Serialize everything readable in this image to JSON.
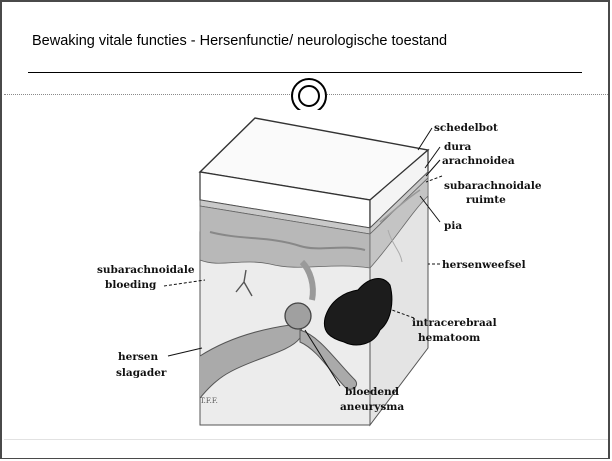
{
  "slide": {
    "title": "Bewaking vitale functies - Hersenfunctie/ neurologische toestand"
  },
  "diagram": {
    "labels": {
      "schedelbot": "schedelbot",
      "dura": "dura",
      "arachnoidea": "arachnoidea",
      "subarachnoidale_ruimte_1": "subarachnoidale",
      "subarachnoidale_ruimte_2": "ruimte",
      "pia": "pia",
      "hersenweefsel": "hersenweefsel",
      "subarachnoidale_bloeding_1": "subarachnoidale",
      "subarachnoidale_bloeding_2": "bloeding",
      "intracerebraal_hematoom_1": "intracerebraal",
      "intracerebraal_hematoom_2": "hematoom",
      "hersen_slagader_1": "hersen",
      "hersen_slagader_2": "slagader",
      "bloedend_aneurysma_1": "bloedend",
      "bloedend_aneurysma_2": "aneurysma"
    },
    "signature": "T.F.F."
  }
}
